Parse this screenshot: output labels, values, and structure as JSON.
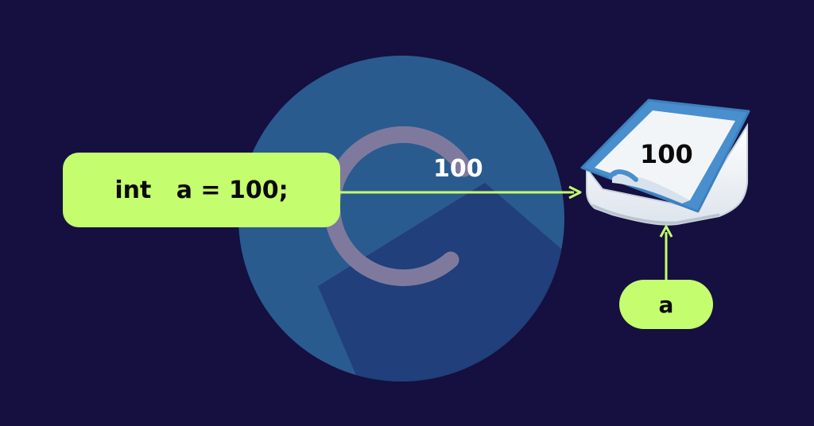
{
  "code_statement": "int   a = 100;",
  "arrow_value_label": "100",
  "container_value": "100",
  "variable_name": "a",
  "colors": {
    "background": "#15103f",
    "logo_circle": "#2a5b8f",
    "logo_shadow": "#203f7b",
    "logo_letter_ring": "#7f7a9d",
    "highlight_green": "#c4fd6e",
    "container_rim": "#4a8fcd",
    "container_inner": "#f2f5f8"
  },
  "icons": [
    "c-logo-icon",
    "container-icon",
    "arrow-right-icon",
    "arrow-up-icon"
  ]
}
